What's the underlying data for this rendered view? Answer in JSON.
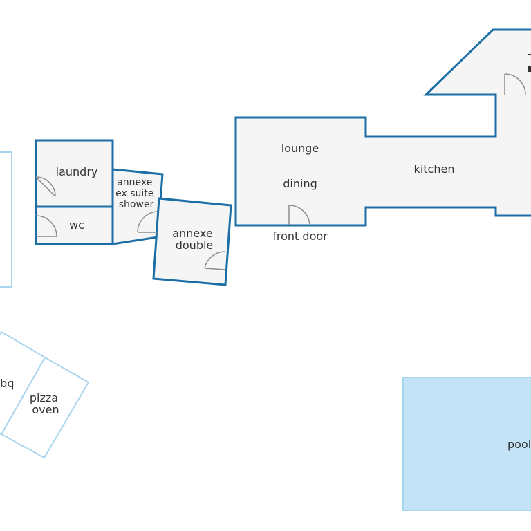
{
  "rooms": {
    "laundry": "laundry",
    "wc": "wc",
    "annexe_shower": [
      "annexe",
      "ex suite",
      "shower"
    ],
    "annexe_double": [
      "annexe",
      "double"
    ],
    "lounge": "lounge",
    "dining": "dining",
    "kitchen": "kitchen",
    "front_door": "front door",
    "bbq": "bbq",
    "pizza_oven": [
      "pizza",
      "oven"
    ],
    "pool": "pool"
  },
  "colors": {
    "wall": "#1b6fa6",
    "floor": "#f5f5f6",
    "outdoor_outline": "#a9d6ee",
    "pool_fill": "#c3e3f7",
    "door": "#8c8c8c",
    "text": "#333333"
  }
}
